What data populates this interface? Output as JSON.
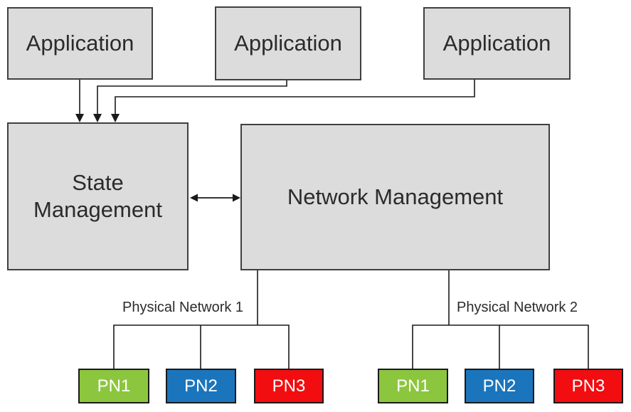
{
  "diagram": {
    "applications": [
      {
        "label": "Application"
      },
      {
        "label": "Application"
      },
      {
        "label": "Application"
      }
    ],
    "state_management": {
      "line1": "State",
      "line2": "Management"
    },
    "network_management": {
      "label": "Network Management"
    },
    "physical_network_groups": [
      {
        "label": "Physical Network 1",
        "nodes": [
          {
            "label": "PN1",
            "color": "#8CC63F"
          },
          {
            "label": "PN2",
            "color": "#1B75BC"
          },
          {
            "label": "PN3",
            "color": "#F20D11"
          }
        ]
      },
      {
        "label": "Physical Network 2",
        "nodes": [
          {
            "label": "PN1",
            "color": "#8CC63F"
          },
          {
            "label": "PN2",
            "color": "#1B75BC"
          },
          {
            "label": "PN3",
            "color": "#F20D11"
          }
        ]
      }
    ],
    "colors": {
      "background": "#FFFFFF",
      "box_fill": "#DCDCDC",
      "box_border": "#404040",
      "connector": "#1A1A1A",
      "text": "#2B2B2B",
      "pn_text": "#FFFFFF",
      "pn_green": "#8CC63F",
      "pn_blue": "#1B75BC",
      "pn_red": "#F20D11"
    }
  }
}
